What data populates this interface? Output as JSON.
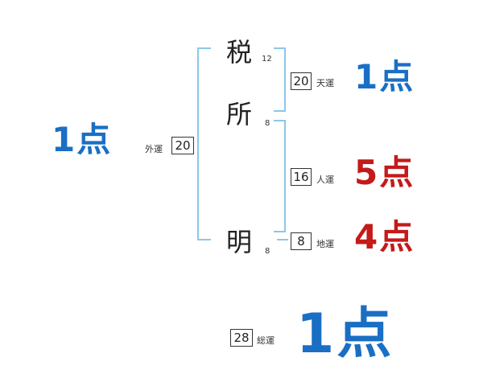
{
  "colors": {
    "good": "#1a6fc4",
    "bad": "#c41a1a",
    "bracket": "#8cc7e6"
  },
  "name": {
    "chars": [
      {
        "char": "税",
        "strokes": "12"
      },
      {
        "char": "所",
        "strokes": "8"
      },
      {
        "char": "明",
        "strokes": "8"
      }
    ]
  },
  "gaiun": {
    "label": "外運",
    "value": "20",
    "score": "1点",
    "rating": "good"
  },
  "tenun": {
    "label": "天運",
    "value": "20",
    "score": "1点",
    "rating": "good"
  },
  "jinun": {
    "label": "人運",
    "value": "16",
    "score": "5点",
    "rating": "bad"
  },
  "chiun": {
    "label": "地運",
    "value": "8",
    "score": "4点",
    "rating": "bad"
  },
  "souun": {
    "label": "総運",
    "value": "28",
    "score": "1点",
    "rating": "good"
  }
}
